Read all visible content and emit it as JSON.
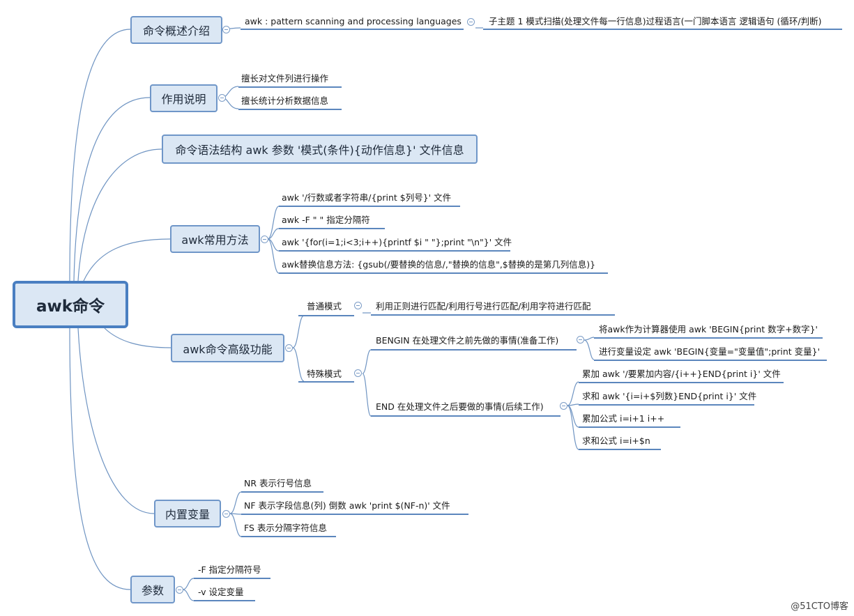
{
  "mindmap": {
    "root": "awk命令",
    "overview": {
      "label": "命令概述介绍",
      "desc": "awk : pattern scanning and processing languages",
      "sub": "子主题 1 模式扫描(处理文件每一行信息)过程语言(一门脚本语言 逻辑语句 (循环/判断)"
    },
    "usage": {
      "label": "作用说明",
      "items": [
        "擅长对文件列进行操作",
        "擅长统计分析数据信息"
      ]
    },
    "syntax": {
      "label": "命令语法结构 awk 参数 '模式(条件){动作信息}' 文件信息"
    },
    "methods": {
      "label": "awk常用方法",
      "items": [
        "awk '/行数或者字符串/{print $列号}' 文件",
        "awk -F \" \"  指定分隔符",
        " awk '{for(i=1;i<3;i++){printf $i \" \"};print \"\\n\"}'  文件",
        "awk替换信息方法: {gsub(/要替换的信息/,\"替换的信息\",$替换的是第几列信息)}"
      ]
    },
    "advanced": {
      "label": "awk命令高级功能",
      "normal": {
        "label": "普通模式",
        "desc": "利用正则进行匹配/利用行号进行匹配/利用字符进行匹配"
      },
      "special": {
        "label": "特殊模式",
        "begin": {
          "label": "BENGIN 在处理文件之前先做的事情(准备工作)",
          "items": [
            "将awk作为计算器使用 awk 'BEGIN{print 数字+数字}'",
            "进行变量设定 awk 'BEGIN{变量=\"变量值\";print 变量}'"
          ]
        },
        "end": {
          "label": "END 在处理文件之后要做的事情(后续工作)",
          "items": [
            "累加 awk '/要累加内容/{i++}END{print i}' 文件",
            "求和 awk '{i=i+$列数}END{print i}' 文件",
            "累加公式 i=i+1     i++",
            "求和公式 i=i+$n"
          ]
        }
      }
    },
    "builtins": {
      "label": "内置变量",
      "items": [
        "NR 表示行号信息",
        "NF 表示字段信息(列)   倒数 awk 'print $(NF-n)' 文件",
        "FS 表示分隔字符信息"
      ]
    },
    "params": {
      "label": "参数",
      "items": [
        "-F 指定分隔符号",
        "-v  设定变量"
      ]
    }
  },
  "watermark": "@51CTO博客",
  "colors": {
    "topic_fill": "#dbe7f4",
    "topic_border": "#6f96c8",
    "root_border": "#4a7fc1",
    "connector": "#6f94c2"
  }
}
